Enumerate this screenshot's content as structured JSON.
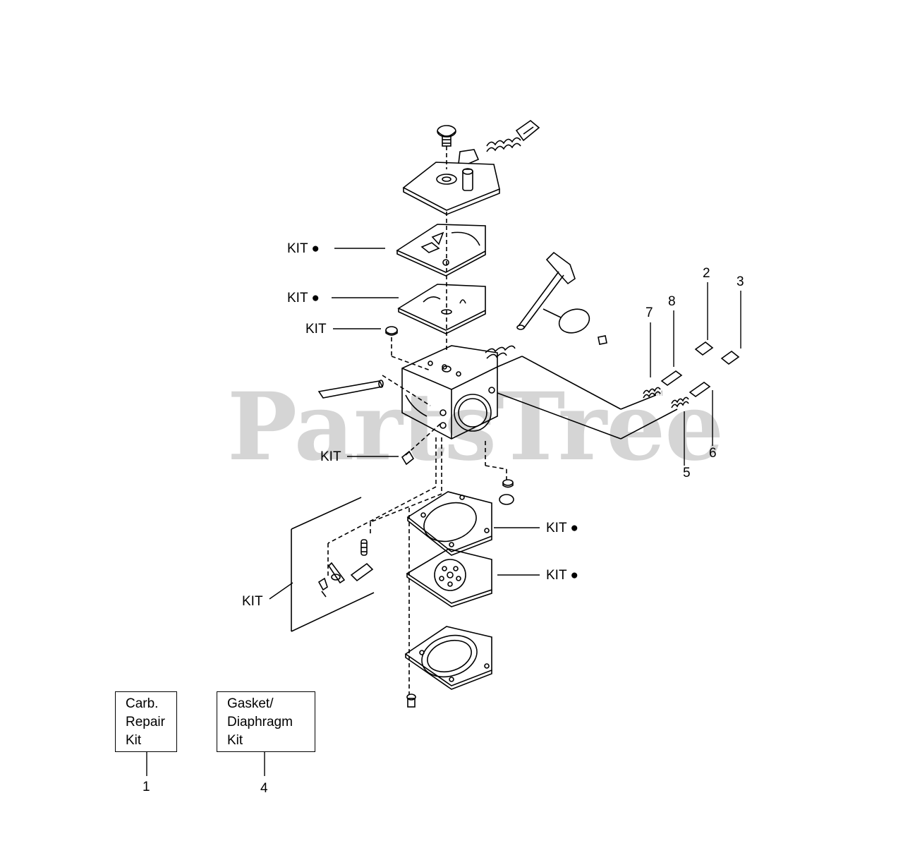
{
  "watermark": {
    "text": "PartsTree",
    "trademark": "TM"
  },
  "callouts": {
    "kit_1": "KIT ●",
    "kit_2": "KIT ●",
    "kit_3": "KIT",
    "kit_4": "KIT",
    "kit_5": "KIT ●",
    "kit_6": "KIT ●",
    "kit_7": "KIT"
  },
  "part_numbers": {
    "n2": "2",
    "n3": "3",
    "n5": "5",
    "n6": "6",
    "n7": "7",
    "n8": "8"
  },
  "legend": {
    "carb_repair_kit": {
      "lines": [
        "Carb.",
        "Repair",
        "Kit"
      ],
      "number": "1"
    },
    "gasket_diaphragm_kit": {
      "lines": [
        "Gasket/",
        "Diaphragm",
        "Kit"
      ],
      "number": "4"
    }
  },
  "colors": {
    "line": "#000000",
    "watermark": "#c8c8c8",
    "background": "#ffffff"
  }
}
